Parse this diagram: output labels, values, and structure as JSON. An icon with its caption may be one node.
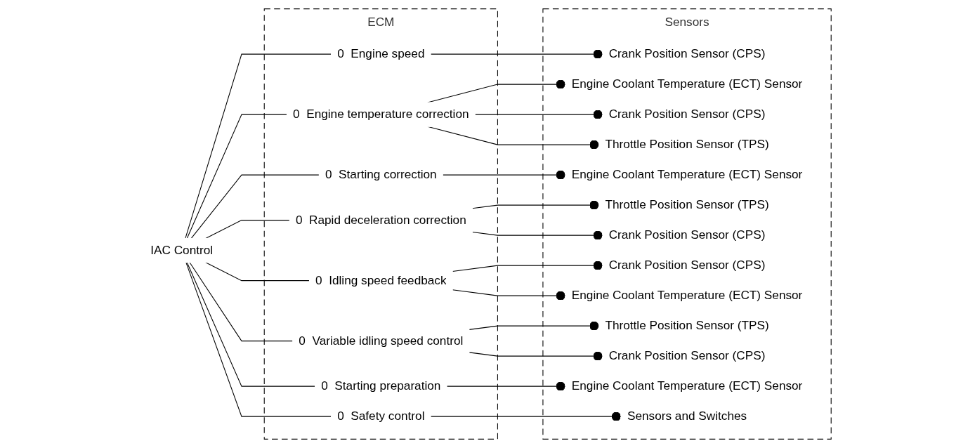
{
  "diagram": {
    "nodes": [
      {
        "text": [
          "IAC Control"
        ]
      },
      {
        "text": [
          "ECM"
        ]
      },
      {
        "text": [
          "0",
          "Engine speed"
        ],
        "in": 1
      },
      {
        "text": [
          "0",
          "Engine temperature correction"
        ],
        "in": 1
      },
      {
        "text": [
          "0",
          "Starting correction"
        ],
        "in": 1
      },
      {
        "text": [
          "0",
          "Rapid deceleration correction"
        ],
        "in": 1
      },
      {
        "text": [
          "0",
          "Idling speed feedback"
        ],
        "in": 1
      },
      {
        "text": [
          "0",
          "Variable idling speed control"
        ],
        "in": 1
      },
      {
        "text": [
          "0",
          "Starting preparation"
        ],
        "in": 1
      },
      {
        "text": [
          "0",
          "Safety control"
        ],
        "in": 1
      },
      {
        "text": [
          "Sensors"
        ]
      },
      {
        "text": [
          "Crank Position Sensor (CPS)"
        ],
        "in": 10
      },
      {
        "text": [
          "Engine Coolant Temperature (ECT) Sensor"
        ],
        "in": 10
      },
      {
        "text": [
          "Crank Position Sensor (CPS)"
        ],
        "in": 10
      },
      {
        "text": [
          "Throttle Position Sensor (TPS)"
        ],
        "in": 10
      },
      {
        "text": [
          "Engine Coolant Temperature (ECT) Sensor"
        ],
        "in": 10
      },
      {
        "text": [
          "Throttle Position Sensor (TPS)"
        ],
        "in": 10
      },
      {
        "text": [
          "Crank Position Sensor (CPS)"
        ],
        "in": 10
      },
      {
        "text": [
          "Crank Position Sensor (CPS)"
        ],
        "in": 10
      },
      {
        "text": [
          "Engine Coolant Temperature (ECT) Sensor"
        ],
        "in": 10
      },
      {
        "text": [
          "Throttle Position Sensor (TPS)"
        ],
        "in": 10
      },
      {
        "text": [
          "Crank Position Sensor (CPS)"
        ],
        "in": 10
      },
      {
        "text": [
          "Engine Coolant Temperature (ECT) Sensor"
        ],
        "in": 10
      },
      {
        "text": [
          "Sensors and Switches"
        ],
        "in": 10
      }
    ],
    "edges": [
      {
        "from": 0,
        "to": 2,
        "arrow": "none"
      },
      {
        "from": 0,
        "to": 3,
        "arrow": "none"
      },
      {
        "from": 0,
        "to": 4,
        "arrow": "none"
      },
      {
        "from": 0,
        "to": 5,
        "arrow": "none"
      },
      {
        "from": 0,
        "to": 6,
        "arrow": "none"
      },
      {
        "from": 0,
        "to": 7,
        "arrow": "none"
      },
      {
        "from": 0,
        "to": 8,
        "arrow": "none"
      },
      {
        "from": 0,
        "to": 9,
        "arrow": "none"
      },
      {
        "from": 2,
        "to": 11,
        "arrow": "other"
      },
      {
        "from": 3,
        "to": 12,
        "arrow": "other"
      },
      {
        "from": 3,
        "to": 13,
        "arrow": "other"
      },
      {
        "from": 3,
        "to": 14,
        "arrow": "other"
      },
      {
        "from": 4,
        "to": 15,
        "arrow": "other"
      },
      {
        "from": 5,
        "to": 16,
        "arrow": "other"
      },
      {
        "from": 5,
        "to": 17,
        "arrow": "other"
      },
      {
        "from": 6,
        "to": 18,
        "arrow": "other"
      },
      {
        "from": 6,
        "to": 19,
        "arrow": "other"
      },
      {
        "from": 7,
        "to": 20,
        "arrow": "other"
      },
      {
        "from": 7,
        "to": 21,
        "arrow": "other"
      },
      {
        "from": 8,
        "to": 22,
        "arrow": "other"
      },
      {
        "from": 9,
        "to": 23,
        "arrow": "other"
      }
    ]
  }
}
